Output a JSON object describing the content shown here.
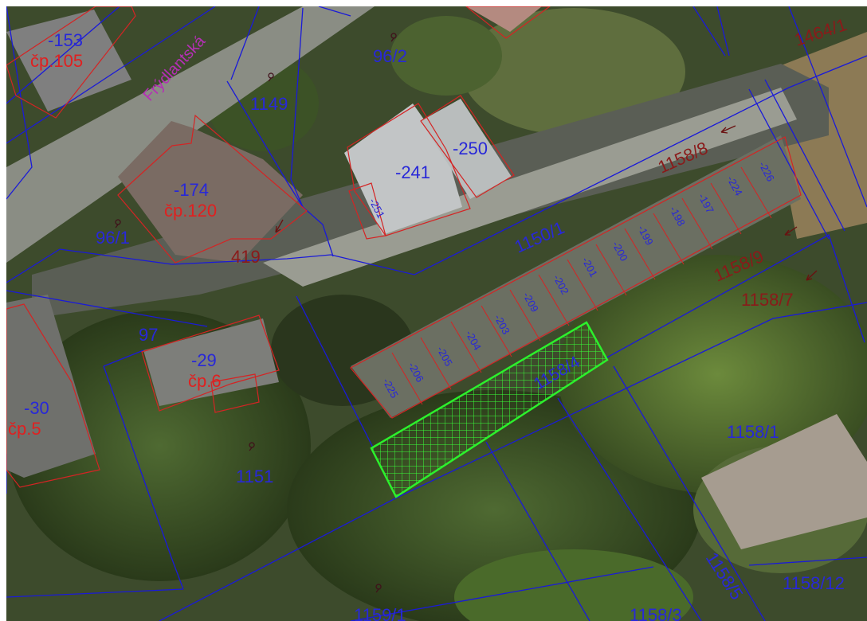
{
  "map": {
    "street_name": "Frýdlantská",
    "colors": {
      "parcel_line": "#1a1ad8",
      "building_line": "#d42424",
      "parcel_label": "#2828d8",
      "building_label": "#e02020",
      "brown_label": "#8a1a1a",
      "street_label": "#b52fb5",
      "highlight": "#30e030"
    },
    "highlighted_parcel": "1158/4",
    "parcel_labels": [
      "96/2",
      "1149",
      "96/1",
      "1150/1",
      "97",
      "1151",
      "1159/1",
      "1158/1",
      "1158/3",
      "1158/5",
      "1158/12"
    ],
    "brown_labels": [
      "1464/1",
      "1158/8",
      "1158/9",
      "1158/7",
      "419"
    ],
    "building_labels": [
      {
        "num": "-153",
        "cp": "čp.105"
      },
      {
        "num": "-174",
        "cp": "čp.120"
      },
      {
        "num": "-29",
        "cp": "čp.6"
      },
      {
        "num": "-30",
        "cp": "čp.5"
      }
    ],
    "plain_buildings": [
      "-241",
      "-250",
      "-251"
    ],
    "garage_labels": [
      "-225",
      "-206",
      "-205",
      "-204",
      "-203",
      "-209",
      "-202",
      "-201",
      "-200",
      "-199",
      "-198",
      "-197",
      "-224",
      "-226"
    ]
  }
}
